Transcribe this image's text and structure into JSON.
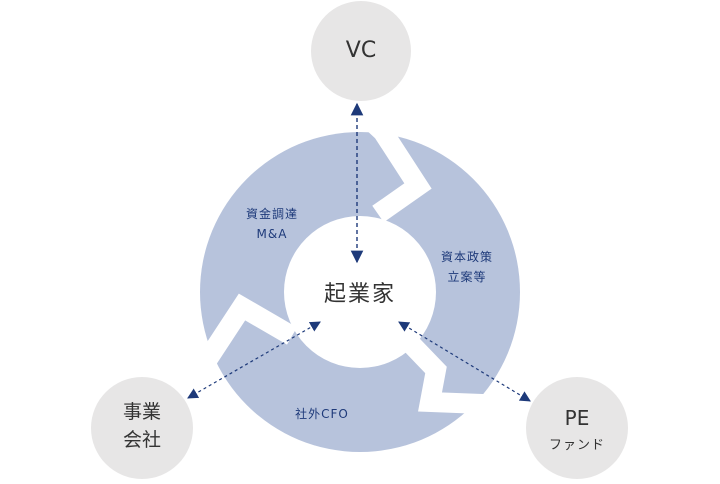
{
  "colors": {
    "ring": "#b7c3dc",
    "center": "#ffffff",
    "node": "#e7e6e6",
    "arrow": "#1e3a7a",
    "zigzag": "#ffffff"
  },
  "center": {
    "label": "起業家"
  },
  "nodes": [
    {
      "id": "vc",
      "label": "VC",
      "sublabel": ""
    },
    {
      "id": "company",
      "label": "事業\n会社",
      "sublabel": ""
    },
    {
      "id": "pe",
      "label": "PE",
      "sublabel": "ファンド"
    }
  ],
  "ring_labels": [
    {
      "text": "資金調達\nM&A"
    },
    {
      "text": "資本政策\n立案等"
    },
    {
      "text": "社外CFO"
    }
  ],
  "arrows": [
    {
      "from": "vc",
      "to": "center",
      "style": "dashed",
      "heads": "both"
    },
    {
      "from": "company",
      "to": "center",
      "style": "dashed",
      "heads": "both"
    },
    {
      "from": "pe",
      "to": "center",
      "style": "dashed",
      "heads": "both"
    }
  ]
}
